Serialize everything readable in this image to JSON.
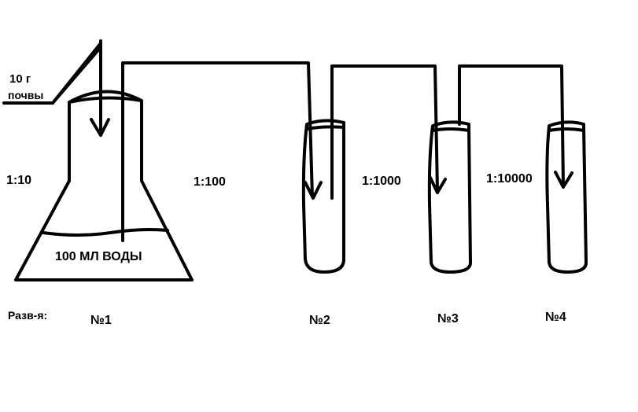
{
  "soil_label": {
    "line1": "10 г",
    "line2": "почвы"
  },
  "water_label": "100 МЛ ВОДЫ",
  "ratios": {
    "r1": "1:10",
    "r2": "1:100",
    "r3": "1:1000",
    "r4": "1:10000"
  },
  "row_label": "Разв-я:",
  "numbers": {
    "n1": "№1",
    "n2": "№2",
    "n3": "№3",
    "n4": "№4"
  },
  "colors": {
    "stroke": "#000000",
    "background": "#ffffff"
  }
}
